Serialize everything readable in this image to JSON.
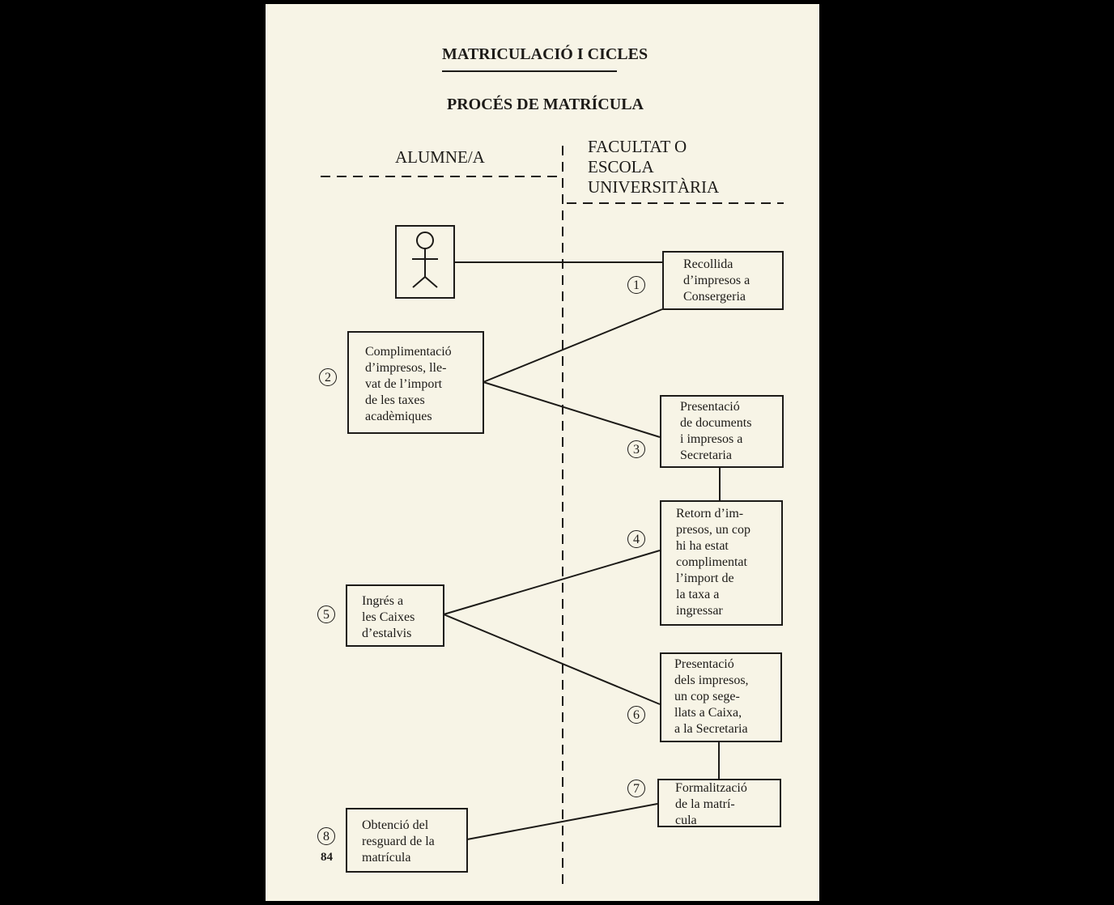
{
  "header": {
    "title": "MATRICULACIÓ I CICLES",
    "subtitle": "PROCÉS DE MATRÍCULA"
  },
  "lanes": {
    "student": "ALUMNE/A",
    "faculty": "FACULTAT O\nESCOLA\nUNIVERSITÀRIA"
  },
  "steps": [
    {
      "num": "1",
      "text": "Recollida\nd’impresos a\nConsergeria"
    },
    {
      "num": "2",
      "text": "Complimentació\nd’impresos, lle-\nvat de l’import\nde les taxes\nacadèmiques"
    },
    {
      "num": "3",
      "text": "Presentació\nde documents\ni impresos a\nSecretaria"
    },
    {
      "num": "4",
      "text": "Retorn d’im-\npresos, un cop\nhi ha estat\ncomplimentat\nl’import de\nla taxa a\ningressar"
    },
    {
      "num": "5",
      "text": "Ingrés a\nles Caixes\nd’estalvis"
    },
    {
      "num": "6",
      "text": "Presentació\ndels impresos,\nun cop sege-\nllats a Caixa,\na la Secretaria"
    },
    {
      "num": "7",
      "text": "Formalització\nde la matrí-\ncula"
    },
    {
      "num": "8",
      "text": "Obtenció del\nresguard de la\nmatrícula"
    }
  ],
  "page_number": "84"
}
